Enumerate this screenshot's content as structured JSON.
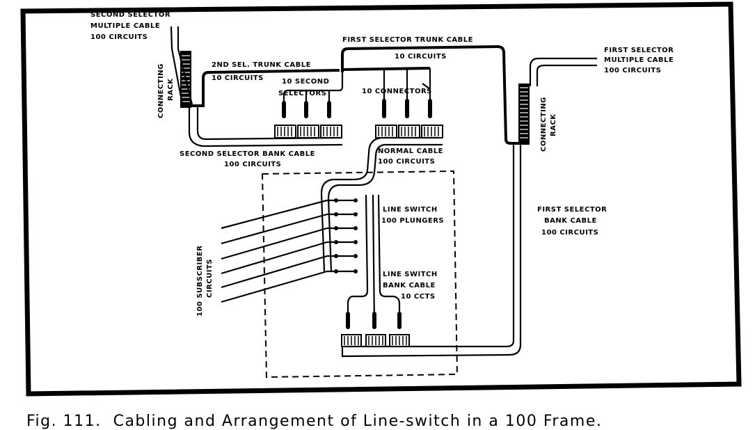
{
  "figure": {
    "caption": "Fig. 111.  Cabling and Arrangement of Line-switch in a 100 Frame."
  },
  "labels": {
    "second_selector_multiple_cable": [
      "SECOND SELECTOR",
      "MULTIPLE CABLE",
      "100 CIRCUITS"
    ],
    "left_connecting_rack": [
      "CONNECTING",
      "RACK"
    ],
    "second_sel_trunk_cable": [
      "2ND SEL. TRUNK CABLE",
      "10 CIRCUITS"
    ],
    "ten_second_selectors": [
      "10 SECOND",
      "SELECTORS"
    ],
    "first_selector_trunk_cable": [
      "FIRST SELECTOR TRUNK CABLE",
      "10 CIRCUITS"
    ],
    "ten_connectors": "10 CONNECTORS",
    "first_selector_multiple_cable": [
      "FIRST SELECTOR",
      "MULTIPLE CABLE",
      "100 CIRCUITS"
    ],
    "right_connecting_rack": [
      "CONNECTING",
      "RACK"
    ],
    "second_selector_bank_cable": [
      "SECOND SELECTOR BANK CABLE",
      "100 CIRCUITS"
    ],
    "normal_cable": [
      "NORMAL CABLE",
      "100 CIRCUITS"
    ],
    "first_selector_bank_cable": [
      "FIRST SELECTOR",
      "BANK CABLE",
      "100 CIRCUITS"
    ],
    "line_switch_plungers": [
      "LINE SWITCH",
      "100 PLUNGERS"
    ],
    "line_switch_bank_cable": [
      "LINE SWITCH",
      "BANK CABLE",
      "10 CCTS"
    ],
    "subscriber_circuits": [
      "100 SUBSCRIBER",
      "CIRCUITS"
    ]
  }
}
